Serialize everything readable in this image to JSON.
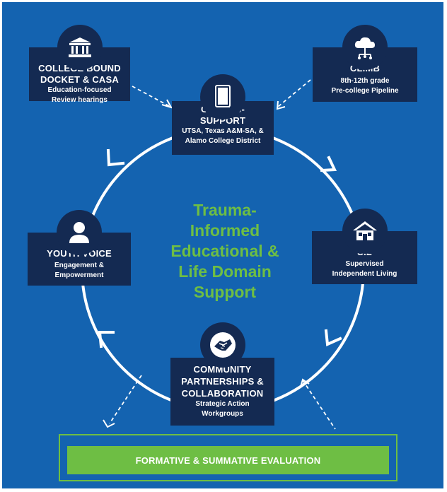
{
  "center_text": "Trauma-\nInformed\nEducational &\nLife Domain\nSupport",
  "colors": {
    "background": "#1463b0",
    "node_fill": "#142a52",
    "accent_green": "#6ebe44",
    "ring": "#ffffff"
  },
  "nodes": {
    "college": {
      "title": "COLLEGE BOUND\nDOCKET & CASA",
      "sub": "Education-focused\nReview hearings",
      "icon": "courthouse-icon"
    },
    "climb": {
      "title": "CLIMB",
      "sub": "8th-12th grade\nPre-college Pipeline",
      "icon": "cloud-network-icon"
    },
    "campus": {
      "title": "CAMPUS-\nSUPPORT",
      "sub": "UTSA, Texas A&M-SA, &\nAlamo College District",
      "icon": "book-icon"
    },
    "youth": {
      "title": "YOUTH VOICE",
      "sub": "Engagement &\nEmpowerment",
      "icon": "person-icon"
    },
    "sil": {
      "title": "SIL",
      "sub": "Supervised\nIndependent Living",
      "icon": "house-icon"
    },
    "community": {
      "title": "COMMUNITY\nPARTNERSHIPS &\nCOLLABORATION",
      "sub": "Strategic Action\nWorkgroups",
      "icon": "handshake-icon"
    }
  },
  "evaluation": {
    "label": "FORMATIVE & SUMMATIVE EVALUATION"
  }
}
